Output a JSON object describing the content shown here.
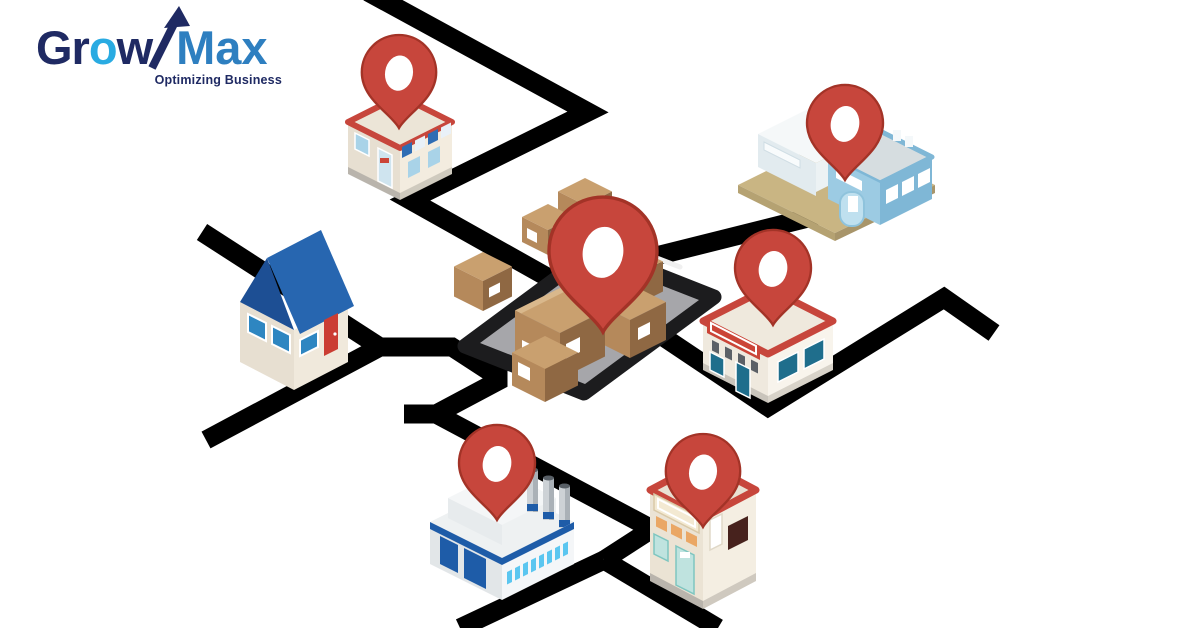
{
  "logo": {
    "part_gr": "Gr",
    "part_o": "o",
    "part_w": "w",
    "part_max": "Max",
    "tagline": "Optimizing Business"
  },
  "colors": {
    "navy": "#1f2a63",
    "logo_blue": "#2e7fc0",
    "logo_light_blue": "#29abe2",
    "road_black": "#000000",
    "pin_red": "#c7463c",
    "pin_red_dark": "#a33327",
    "roof_red": "#c7463c",
    "box_top": "#c9a06f",
    "box_left": "#b5895b",
    "box_right": "#8f6843",
    "phone_frame": "#1c1c1e",
    "phone_screen": "#a6a6aa",
    "house_roof_blue": "#2766b0",
    "house_gable_blue": "#1d4f94",
    "teal_window": "#1f6e8c",
    "factory_blue": "#1e5ca8",
    "cyan_window": "#5bc6f0",
    "awning_orange": "#eaa765",
    "base_tan": "#c9b583",
    "building_blue": "#7fb7d6",
    "building_blue_light": "#9ccbe3",
    "cream_wall": "#ece4d6"
  },
  "icons": [
    {
      "name": "retail-store-icon"
    },
    {
      "name": "house-icon"
    },
    {
      "name": "warehouse-building-icon"
    },
    {
      "name": "storefront-icon"
    },
    {
      "name": "factory-icon"
    },
    {
      "name": "shop-icon"
    },
    {
      "name": "smartphone-icon"
    },
    {
      "name": "cardboard-box-icon"
    },
    {
      "name": "location-pin-icon"
    },
    {
      "name": "road-network-icon"
    },
    {
      "name": "growth-arrow-icon"
    }
  ]
}
